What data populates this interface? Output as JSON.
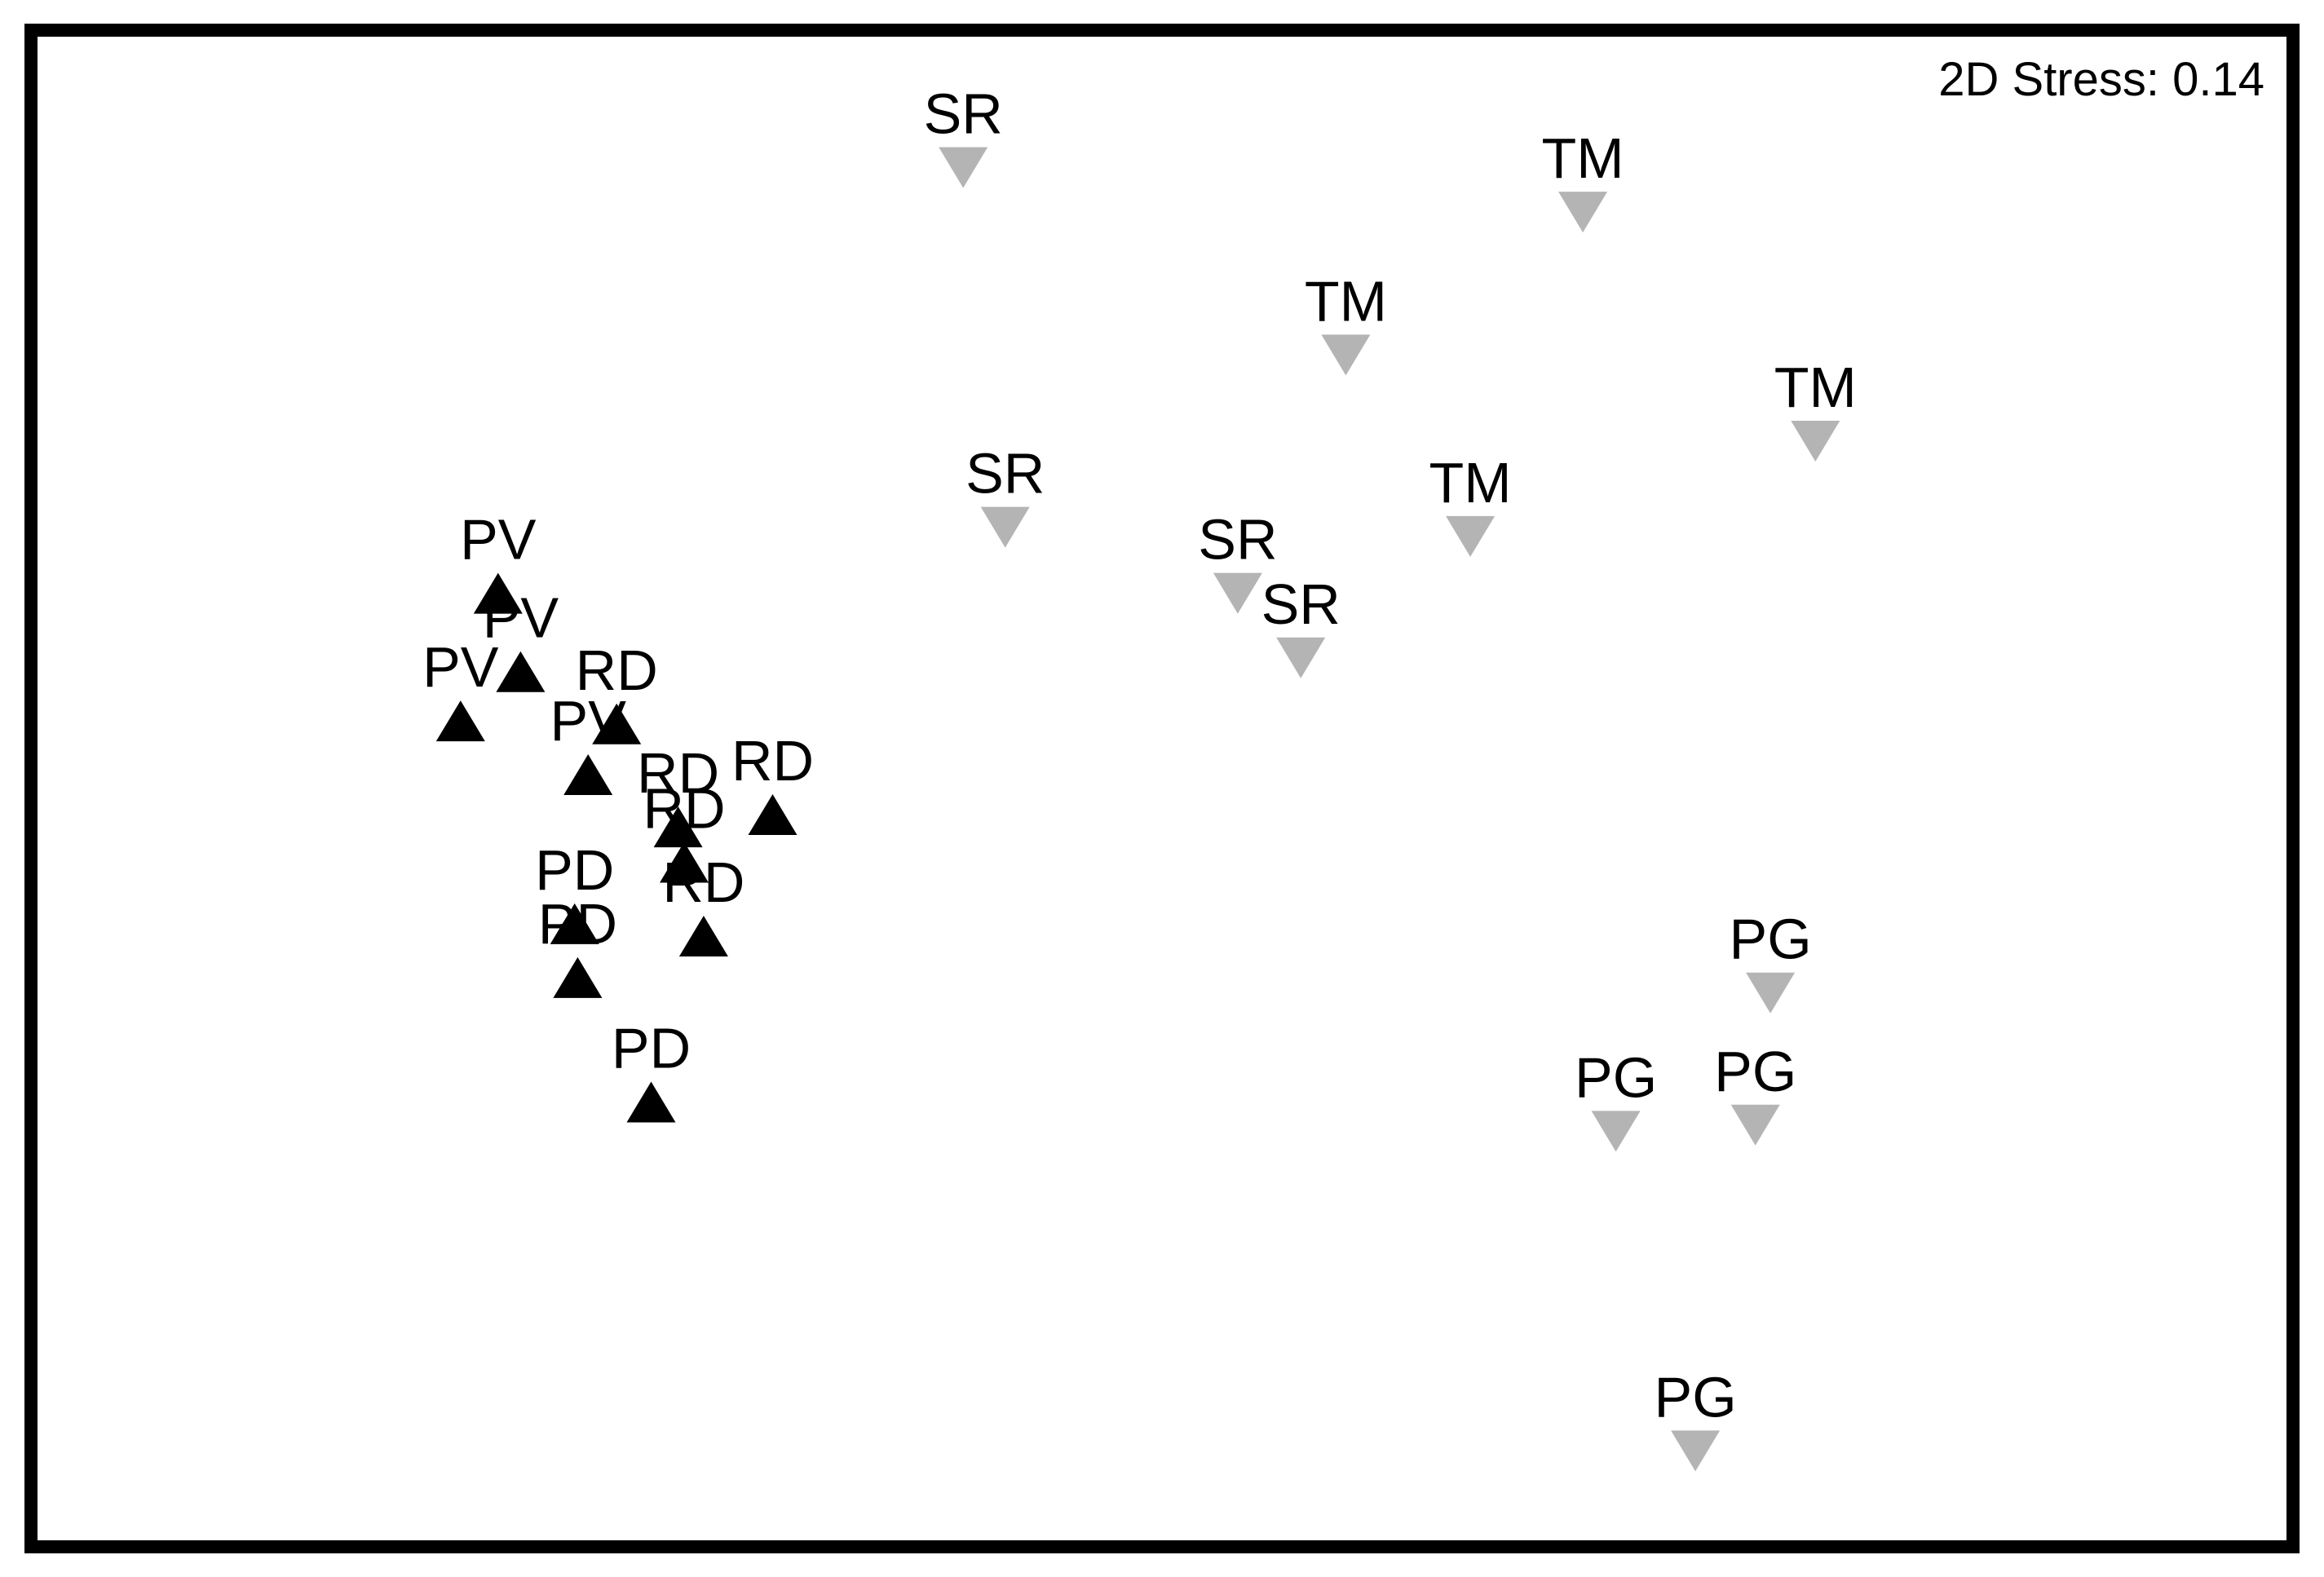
{
  "chart_data": {
    "type": "scatter",
    "annotation": "2D Stress: 0.14",
    "xlim": [
      0,
      1549
    ],
    "ylim": [
      0,
      1026
    ],
    "grid": false,
    "axes_visible": false,
    "colors": {
      "frame": "#000000",
      "black_marker": "#000000",
      "gray_marker": "#b4b4b4",
      "background": "#ffffff"
    },
    "marker_shapes": {
      "black": "triangle-up",
      "gray": "triangle-down"
    },
    "points": [
      {
        "label": "SR",
        "x": 642,
        "y": 917,
        "group": "gray"
      },
      {
        "label": "SR",
        "x": 670,
        "y": 683,
        "group": "gray"
      },
      {
        "label": "SR",
        "x": 825,
        "y": 640,
        "group": "gray"
      },
      {
        "label": "SR",
        "x": 867,
        "y": 598,
        "group": "gray"
      },
      {
        "label": "TM",
        "x": 1055,
        "y": 888,
        "group": "gray"
      },
      {
        "label": "TM",
        "x": 897,
        "y": 795,
        "group": "gray"
      },
      {
        "label": "TM",
        "x": 1210,
        "y": 739,
        "group": "gray"
      },
      {
        "label": "TM",
        "x": 980,
        "y": 677,
        "group": "gray"
      },
      {
        "label": "PG",
        "x": 1180,
        "y": 380,
        "group": "gray"
      },
      {
        "label": "PG",
        "x": 1077,
        "y": 290,
        "group": "gray"
      },
      {
        "label": "PG",
        "x": 1170,
        "y": 294,
        "group": "gray"
      },
      {
        "label": "PG",
        "x": 1130,
        "y": 82,
        "group": "gray"
      },
      {
        "label": "PV",
        "x": 332,
        "y": 640,
        "group": "black"
      },
      {
        "label": "PV",
        "x": 347,
        "y": 589,
        "group": "black"
      },
      {
        "label": "PV",
        "x": 307,
        "y": 557,
        "group": "black"
      },
      {
        "label": "PV",
        "x": 392,
        "y": 522,
        "group": "black"
      },
      {
        "label": "RD",
        "x": 411,
        "y": 555,
        "group": "black"
      },
      {
        "label": "RD",
        "x": 452,
        "y": 488,
        "group": "black"
      },
      {
        "label": "RD",
        "x": 515,
        "y": 496,
        "group": "black"
      },
      {
        "label": "RD",
        "x": 456,
        "y": 465,
        "group": "black"
      },
      {
        "label": "RD",
        "x": 469,
        "y": 417,
        "group": "black"
      },
      {
        "label": "PD",
        "x": 383,
        "y": 425,
        "group": "black"
      },
      {
        "label": "PD",
        "x": 385,
        "y": 390,
        "group": "black"
      },
      {
        "label": "PD",
        "x": 434,
        "y": 309,
        "group": "black"
      }
    ]
  }
}
